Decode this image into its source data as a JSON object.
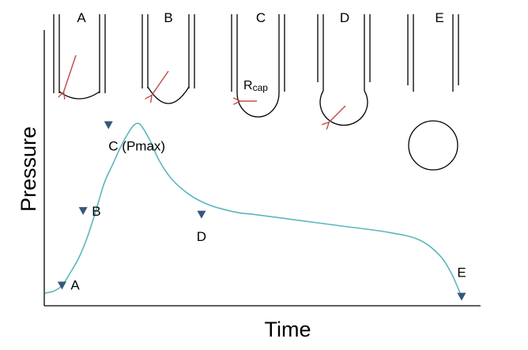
{
  "chart_data": {
    "type": "line",
    "xlabel": "Time",
    "ylabel": "Pressure",
    "series": [
      {
        "color": "#5bb6be",
        "points": [
          [
            0,
            3
          ],
          [
            2,
            4
          ],
          [
            4,
            7
          ],
          [
            6,
            14
          ],
          [
            8,
            22
          ],
          [
            10,
            33
          ],
          [
            12,
            47
          ],
          [
            14,
            62
          ],
          [
            16,
            72
          ],
          [
            18,
            82
          ],
          [
            20,
            90
          ],
          [
            21,
            93
          ],
          [
            22,
            94
          ],
          [
            23,
            92
          ],
          [
            25,
            84
          ],
          [
            27,
            74
          ],
          [
            30,
            64
          ],
          [
            34,
            56
          ],
          [
            38,
            51
          ],
          [
            42,
            48
          ],
          [
            46,
            46
          ],
          [
            50,
            45
          ],
          [
            60,
            42
          ],
          [
            70,
            39
          ],
          [
            80,
            36
          ],
          [
            88,
            32
          ],
          [
            93,
            24
          ],
          [
            96,
            14
          ],
          [
            98.5,
            1
          ]
        ]
      }
    ],
    "markers": [
      {
        "label": "A",
        "x": 4,
        "y": 7
      },
      {
        "label": "B",
        "x": 9,
        "y": 47
      },
      {
        "label": "C (Pmax)",
        "x": 15,
        "y": 93
      },
      {
        "label": "D",
        "x": 37,
        "y": 45
      },
      {
        "label": "E",
        "x": 98.5,
        "y": 1
      }
    ],
    "marker_color": "#35587a",
    "grid": false,
    "legend": "none"
  },
  "stages": [
    {
      "label": "A",
      "shape": "meniscus-shallow"
    },
    {
      "label": "B",
      "shape": "meniscus-deeper"
    },
    {
      "label": "C",
      "shape": "hemisphere",
      "annotation_main": "R",
      "annotation_sub": "cap"
    },
    {
      "label": "D",
      "shape": "bubble-growing"
    },
    {
      "label": "E",
      "shape": "bubble-detached"
    }
  ],
  "arrow_color": "#c0504d"
}
